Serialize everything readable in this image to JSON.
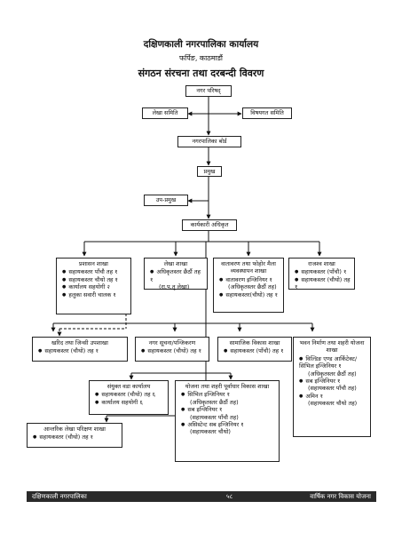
{
  "header": {
    "title": "दक्षिणकाली नगरपालिका कार्यालय",
    "subtitle": "फर्पिङ, काठमाडौं",
    "heading": "संगठन संरचना तथा दरबन्दी विवरण"
  },
  "nodes": {
    "council": "नगर परिषद्",
    "accounts_committee": "लेखा समिति",
    "subject_committee": "विषयगत समिति",
    "board": "नगरपालिका बोर्ड",
    "mayor": "प्रमुख",
    "deputy": "उप-प्रमुख",
    "cao": "कार्यकारी अधिकृत"
  },
  "branches": {
    "admin": {
      "title": "प्रशासन शाखा",
      "items": [
        "सहायकस्तर पाँचौ तह १",
        "सहायकस्तर चौथो तह १",
        "कार्यालय सहयोगी २",
        "हलुका सवारी चालक १"
      ]
    },
    "accounts": {
      "title": "लेखा शाखा",
      "items": [
        "अधिकृतस्तर छैठौं तह १"
      ],
      "note": "(रा.प.तृ लेखा)"
    },
    "environment": {
      "title": "वातावरण तथा फोहोर मैला व्यवस्थापन शाखा",
      "items": [
        "वातावरण इन्जिनियर १"
      ],
      "item_note": "(अधिकृतस्तर छैठौं तह)",
      "items2": [
        "सहायकस्तर(चौथो) तह १"
      ]
    },
    "revenue": {
      "title": "राजश्व शाखा",
      "items": [
        "सहायकस्तर (पाँचौ) १",
        "सहायकस्तर (चौथो) तह १"
      ]
    },
    "store": {
      "title": "खरिद तथा जिन्सी उपशाखा",
      "items": [
        "सहायकस्तर (चौथो) तह १"
      ]
    },
    "info": {
      "title": "नगर सूचना/पन्जिकरण",
      "items": [
        "सहायकस्तर (चौथो) तह १"
      ]
    },
    "social": {
      "title": "सामाजिक विकास शाखा",
      "items": [
        "सहायकस्तर (पाँचौ) तह १"
      ]
    },
    "building": {
      "title": "भवन निर्माण तथा शहरी योजना शाखा",
      "entries": [
        {
          "item": "विल्डिङ एण्ड आर्किटेक्ट/ सिभिल इन्जिनियर १",
          "note": "(अधिकृतस्तर छैठौं तह)"
        },
        {
          "item": "सब इन्जिनियर १",
          "note": "(सहायकस्तर पाँचौ तह)"
        },
        {
          "item": "अमिन १",
          "note": "(सहायकस्तर चौथो तह)"
        }
      ]
    },
    "ward": {
      "title": "संयुक्त वडा कार्यालय",
      "items": [
        "सहायकस्तर (चौथो) तह ६",
        "कार्यालय सहयोगी ६"
      ]
    },
    "planning": {
      "title": "योजना तथा शहरी पूर्वाधार विकास शाखा",
      "entries": [
        {
          "item": "सिभिल इन्जिनियर १",
          "note": "(अधिकृतस्तर छैठौं तह)"
        },
        {
          "item": "सब इन्जिनियर १",
          "note": "(सहायकस्तर पाँचौ तह)"
        },
        {
          "item": "असिस्टेन्ट सब इन्जिनियर १",
          "note": "(सहायकस्तर चौथो)"
        }
      ]
    },
    "audit": {
      "title": "आन्तरिक लेखा परिक्षण शाखा",
      "items": [
        "सहायकस्तर (चौथो) तह १"
      ]
    }
  },
  "footer": {
    "left": "दक्षिणकाली नगरपालिका",
    "page": "५८",
    "right": "वार्षिक नगर विकास योजना"
  }
}
